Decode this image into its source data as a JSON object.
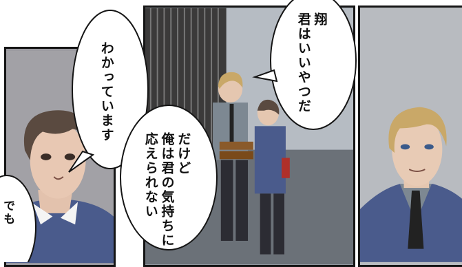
{
  "speech": {
    "left": "わかっています",
    "partial": "でも",
    "top": "翔\n君はいいやつだ",
    "middle": "だけど\n俺は君の気持ちに\n応えられない"
  },
  "colors": {
    "ink": "#151515",
    "shirt": "#4a5b8c",
    "vest": "#7d8892",
    "hair_dark": "#5a4a40",
    "hair_light": "#c9a868",
    "book": "#8a5a2a",
    "red_book": "#b0302a"
  }
}
